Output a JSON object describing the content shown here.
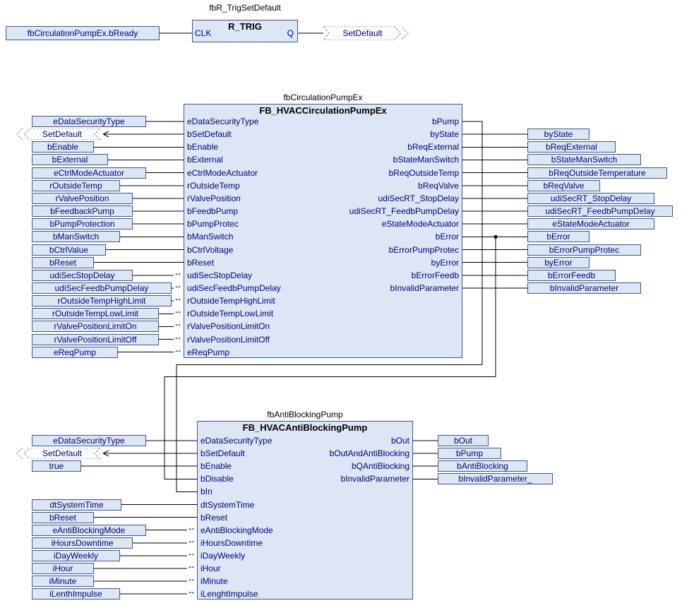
{
  "colors": {
    "background": "#ffffff",
    "box_fill": "#dce6f4",
    "box_border": "#3b5a88",
    "pin_text": "#00007f",
    "header_text": "#000000",
    "wire": "#000000",
    "green_mark": "#0a8f0a",
    "tag_border": "#6e8fc0",
    "tag_fill": "#fbfdff"
  },
  "icons": {
    "inout_marker": "↔"
  },
  "trig_section": {
    "instance_label": "fbR_TrigSetDefault",
    "block_type": "R_TRIG",
    "input_pin": "CLK",
    "output_pin": "Q",
    "source_box_label": "fbCirculationPumpEx.bReady",
    "output_tag_label": "SetDefault"
  },
  "pump_section": {
    "instance_label": "fbCirculationPumpEx",
    "block_type": "FB_HVACCirculationPumpEx",
    "input_pins": [
      "eDataSecurityType",
      "bSetDefault",
      "bEnable",
      "bExternal",
      "eCtrlModeActuator",
      "rOutsideTemp",
      "rValvePosition",
      "bFeedbPump",
      "bPumpProtec",
      "bManSwitch",
      "bCtrlVoltage",
      "bReset",
      "udiSecStopDelay",
      "udiSecFeedbPumpDelay",
      "rOutsideTempHighLimit",
      "rOutsideTempLowLimit",
      "rValvePositionLimitOn",
      "rValvePositionLimitOff",
      "eReqPump"
    ],
    "left_boxes": [
      "eDataSecurityType",
      "SetDefault",
      "bEnable",
      "bExternal",
      "eCtrlModeActuator",
      "rOutsideTemp",
      "rValvePosition",
      "bFeedbackPump",
      "bPumpProtection",
      "bManSwitch",
      "bCtrlValue",
      "bReset",
      "udiSecStopDelay",
      "udiSecFeedbPumpDelay",
      "rOutsideTempHighLimit",
      "rOutsideTempLowLimit",
      "rValvePositionLimitOn",
      "rValvePositionLimitOff",
      "eReqPump"
    ],
    "output_pins": [
      "bPump",
      "byState",
      "bReqExternal",
      "bStateManSwitch",
      "bReqOutsideTemp",
      "bReqValve",
      "udiSecRT_StopDelay",
      "udiSecRT_FeedbPumpDelay",
      "eStateModeActuator",
      "bError",
      "bErrorPumpProtec",
      "byError",
      "bErrorFeedb",
      "bInvalidParameter"
    ],
    "right_boxes": [
      "byState",
      "bReqExternal",
      "bStateManSwitch",
      "bReqOutsideTemperature",
      "bReqValve",
      "udiSecRT_StopDelay",
      "udiSecRT_FeedbPumpDelay",
      "eStateModeActuator",
      "bError",
      "bErrorPumpProtec",
      "byError",
      "bErrorFeedb",
      "bInvalidParameter"
    ]
  },
  "antiblocking_section": {
    "instance_label": "fbAntiBlockingPump",
    "block_type": "FB_HVACAntiBlockingPump",
    "input_pins": [
      "eDataSecurityType",
      "bSetDefault",
      "bEnable",
      "bDisable",
      "bIn",
      "dtSystemTime",
      "bReset",
      "eAntiBlockingMode",
      "iHoursDowntime",
      "iDayWeekly",
      "iHour",
      "iMinute",
      "iLenghtImpulse"
    ],
    "left_boxes": [
      "eDataSecurityType",
      "SetDefault",
      "true",
      "dtSystemTime",
      "bReset",
      "eAntiBlockingMode",
      "iHoursDowntime",
      "iDayWeekly",
      "iHour",
      "iMinute",
      "iLenthImpulse"
    ],
    "output_pins": [
      "bOut",
      "bOutAndAntiBlocking",
      "bQAntiBlocking",
      "bInvalidParameter"
    ],
    "right_boxes": [
      "bOut",
      "bPump",
      "bAntiBlocking",
      "bInvalidParameter_"
    ]
  }
}
